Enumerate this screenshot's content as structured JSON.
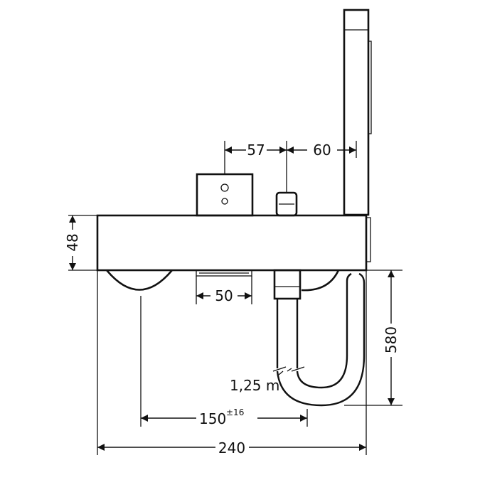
{
  "dimensions": {
    "d57": "57",
    "d60": "60",
    "d48": "48",
    "d50": "50",
    "d580": "580",
    "hose_length": "1,25 m",
    "d150": "150",
    "d150_tolerance": "±16",
    "d240": "240"
  }
}
